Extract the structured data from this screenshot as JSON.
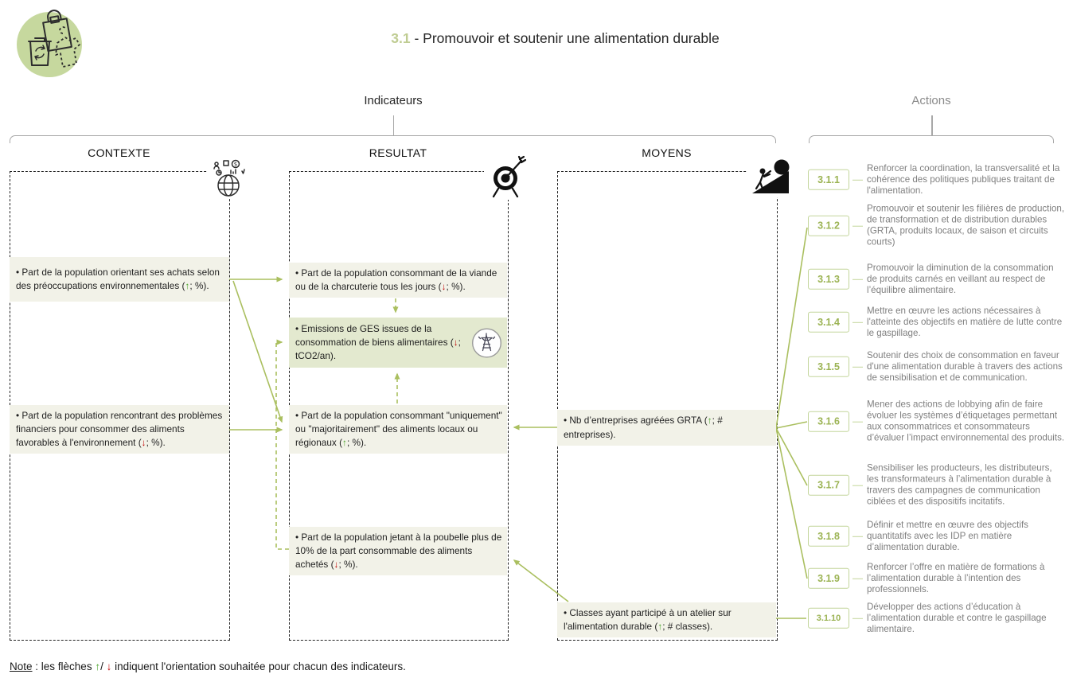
{
  "header": {
    "code": "3.1",
    "title_rest": " - Promouvoir et soutenir une alimentation durable"
  },
  "groups": {
    "indicators_label": "Indicateurs",
    "actions_label": "Actions"
  },
  "columns": [
    {
      "id": "contexte",
      "header": "CONTEXTE",
      "icon": "globe-economy-icon"
    },
    {
      "id": "resultat",
      "header": "RESULTAT",
      "icon": "target-dart-icon"
    },
    {
      "id": "moyens",
      "header": "MOYENS",
      "icon": "effort-boulder-icon"
    }
  ],
  "indicators": [
    {
      "id": "c1",
      "column": "contexte",
      "text": "Part de la population orientant ses achats selon des préoccupations environnementales",
      "dir": "up",
      "unit": "%"
    },
    {
      "id": "c2",
      "column": "contexte",
      "text": "Part de la population rencontrant des problèmes financiers pour consommer des aliments favorables à l'environnement",
      "dir": "down",
      "unit": "%"
    },
    {
      "id": "r1",
      "column": "resultat",
      "text": "Part de la population consommant de la viande ou de la charcuterie tous les jours",
      "dir": "down",
      "unit": "%"
    },
    {
      "id": "r2",
      "column": "resultat",
      "text": "Emissions de GES issues de la consommation de biens alimentaires",
      "dir": "down",
      "unit": "tCO2/an",
      "variant": "dark",
      "badge_icon": "power-pylon-icon"
    },
    {
      "id": "r3",
      "column": "resultat",
      "text": "Part de la population consommant \"uniquement\" ou \"majoritairement\" des aliments locaux ou régionaux",
      "dir": "up",
      "unit": "%"
    },
    {
      "id": "r4",
      "column": "resultat",
      "text": "Part de la population jetant à la poubelle plus de 10% de la part consommable des aliments achetés",
      "dir": "down",
      "unit": "%"
    },
    {
      "id": "m1",
      "column": "moyens",
      "text": "Nb d’entreprises agréées GRTA",
      "dir": "up",
      "unit": "# entreprises"
    },
    {
      "id": "m2",
      "column": "moyens",
      "text": "Classes ayant participé à un atelier sur l'alimentation durable",
      "dir": "up",
      "unit": "# classes"
    }
  ],
  "actions": [
    {
      "num": "3.1.1",
      "text": "Renforcer la coordination, la transversalité et la cohérence des politiques publiques traitant de l'alimentation."
    },
    {
      "num": "3.1.2",
      "text": "Promouvoir et soutenir les filières de production, de transformation et de distribution durables (GRTA, produits locaux, de saison et circuits courts)"
    },
    {
      "num": "3.1.3",
      "text": "Promouvoir la diminution de la consommation de produits carnés en veillant au respect de l’équilibre alimentaire."
    },
    {
      "num": "3.1.4",
      "text": "Mettre en œuvre les actions nécessaires à l'atteinte des objectifs en matière de lutte contre le gaspillage."
    },
    {
      "num": "3.1.5",
      "text": "Soutenir des choix de consommation en faveur d'une alimentation durable à travers des actions de sensibilisation et de communication."
    },
    {
      "num": "3.1.6",
      "text": "Mener des actions de lobbying afin de faire évoluer les systèmes d’étiquetages permettant aux consommatrices et consommateurs d’évaluer l’impact environnemental des produits."
    },
    {
      "num": "3.1.7",
      "text": "Sensibiliser les producteurs, les distributeurs, les transformateurs à l’alimentation durable à travers des campagnes de communication ciblées et des dispositifs incitatifs."
    },
    {
      "num": "3.1.8",
      "text": "Définir et mettre en œuvre des objectifs quantitatifs avec les IDP en matière d’alimentation durable."
    },
    {
      "num": "3.1.9",
      "text": "Renforcer l’offre en matière de formations à l’alimentation durable à l’intention des professionnels."
    },
    {
      "num": "3.1.10",
      "text": "Développer des actions d’éducation à l’alimentation durable et contre le gaspillage alimentaire."
    }
  ],
  "note": {
    "prefix": "Note",
    "mid": " : les flèches ",
    "up_glyph": "↑",
    "slash": "/ ",
    "down_glyph": "↓",
    "rest": " indiquent l'orientation souhaitée pour chacun des indicateurs."
  },
  "arrow_glyphs": {
    "up": "↑",
    "down": "↓"
  },
  "icons": {
    "logo": "reusable-bag-recycle-logo",
    "contexte": "globe-economy-icon",
    "resultat": "target-dart-icon",
    "moyens": "effort-boulder-icon",
    "ges_badge": "power-pylon-icon"
  },
  "colors": {
    "title_green": "#bfcc92",
    "accent_green": "#9bb353",
    "box_border": "#c3d69b",
    "line_green": "#aabf5f",
    "arrow_up": "#4ea72e",
    "arrow_down": "#c00000",
    "item_bg": "#f2f2e8",
    "item_bg_dark": "#e3e9cf",
    "gray_text": "#7f7f7f"
  }
}
